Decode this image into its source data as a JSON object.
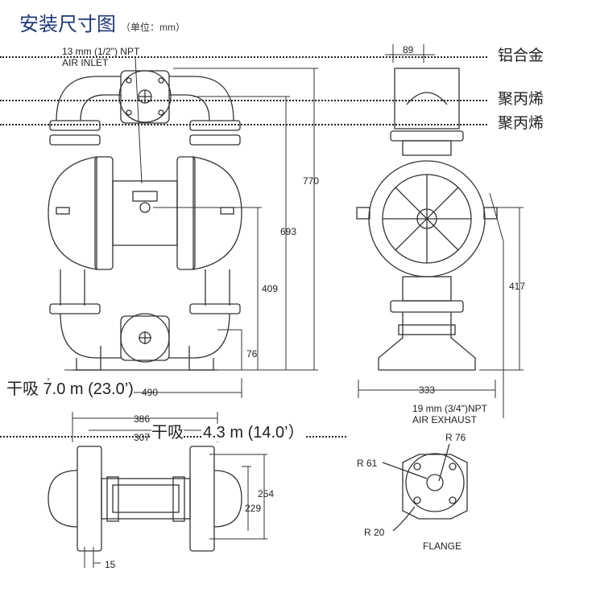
{
  "title": "安装尺寸图",
  "unit": "（单位：mm）",
  "materials": [
    "铝合金",
    "聚丙烯",
    "聚丙烯"
  ],
  "performance": {
    "dry_suction": "干吸  7.0 m (23.0’)",
    "wet_suction": "干吸",
    "wet_value": "4.3 m (14.0’）"
  },
  "callouts": {
    "air_inlet_1": "13 mm (1/2\") NPT",
    "air_inlet_2": "AIR INLET",
    "air_exhaust_1": "19 mm (3/4\")NPT",
    "air_exhaust_2": "AIR EXHAUST",
    "flange": "FLANGE"
  },
  "dimensions": {
    "h770": "770",
    "h693": "693",
    "h409": "409",
    "h76": "76",
    "w490": "490",
    "w89": "89",
    "h417": "417",
    "w333": "333",
    "w386": "386",
    "w307": "307",
    "h254": "254",
    "h229": "229",
    "w15": "15",
    "r76": "R 76",
    "r61": "R 61",
    "r20": "R 20"
  }
}
